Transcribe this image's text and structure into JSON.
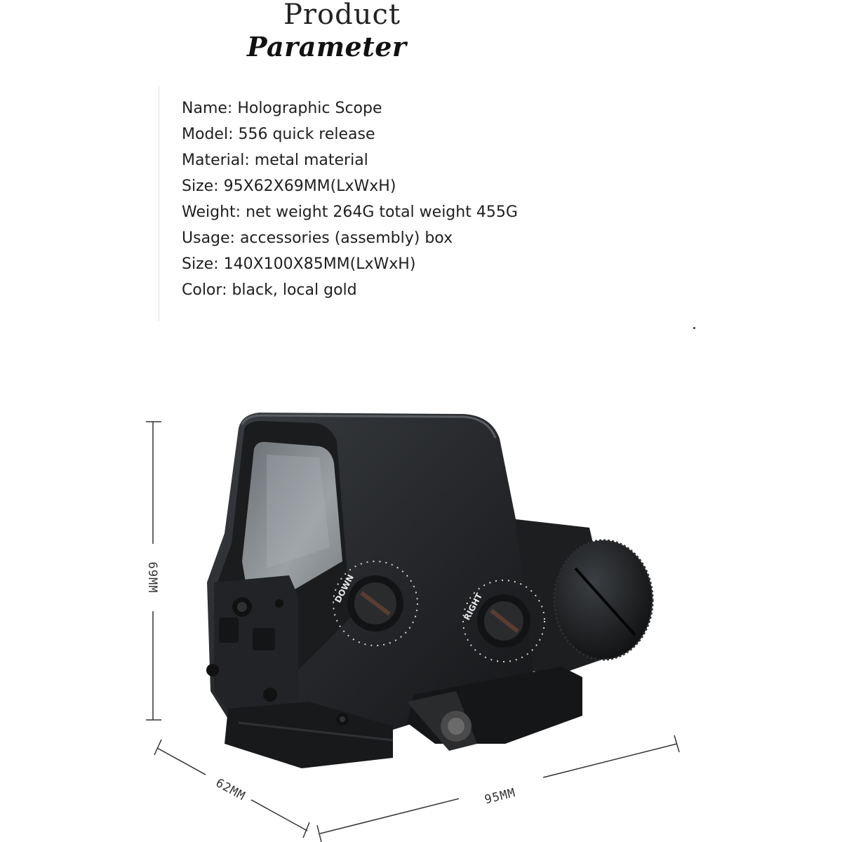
{
  "header": {
    "title_line1": "Product",
    "title_line2": "Parameter"
  },
  "parameters": [
    {
      "label": "Name",
      "value": "Holographic Scope"
    },
    {
      "label": "Model",
      "value": "556 quick release"
    },
    {
      "label": "Material",
      "value": "metal material"
    },
    {
      "label": "Size",
      "value": "95X62X69MM(LxWxH)"
    },
    {
      "label": "Weight",
      "value": "net weight 264G total weight 455G"
    },
    {
      "label": "Usage",
      "value": "accessories (assembly) box"
    },
    {
      "label": "Size",
      "value": "140X100X85MM(LxWxH)"
    },
    {
      "label": "Color",
      "value": "black, local gold"
    }
  ],
  "dimensions": {
    "height": "69MM",
    "width": "62MM",
    "length": "95MM"
  },
  "product_markings": {
    "knob_left": "DOWN",
    "knob_right": "RIGHT"
  },
  "colors": {
    "body": "#2a2c2f",
    "body_dark": "#17181a",
    "lens": "#8a8f93",
    "text": "#1f1f1f"
  }
}
